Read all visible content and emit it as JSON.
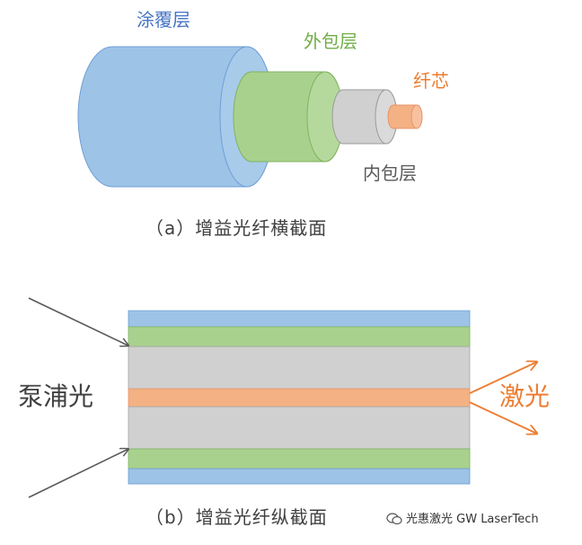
{
  "cross_section": {
    "labels": {
      "coating": "涂覆层",
      "outer_cladding": "外包层",
      "core": "纤芯",
      "inner_cladding": "内包层"
    },
    "caption": "（a）增益光纤横截面"
  },
  "longitudinal_section": {
    "pump_label": "泵浦光",
    "laser_label": "激光",
    "caption": "（b）增益光纤纵截面"
  },
  "watermark": {
    "text": "光惠激光 GW LaserTech",
    "icon": "wechat-icon"
  },
  "colors": {
    "coating": "#9dc3e6",
    "outer_cladding": "#a9d18e",
    "inner_cladding": "#d0d0d0",
    "core": "#f4b183",
    "pump_arrow": "#595959",
    "laser_arrow": "#ed7d31"
  }
}
